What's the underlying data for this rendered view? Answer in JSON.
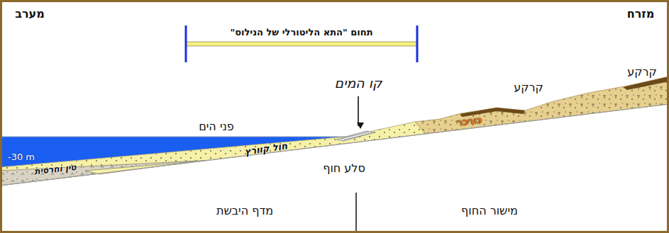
{
  "diagram": {
    "labels": [
      "מערב",
      "מזרח",
      "תחום \"התא הליטורלי של הנילוס\"",
      "קו המים",
      "פני הים",
      "קרקע",
      "קרקע",
      "כורכר",
      "-30 m",
      "חול קוורץ",
      "סלע חוף",
      "טין וחרסית",
      "מדף היבשת",
      "מישור החוף"
    ]
  }
}
